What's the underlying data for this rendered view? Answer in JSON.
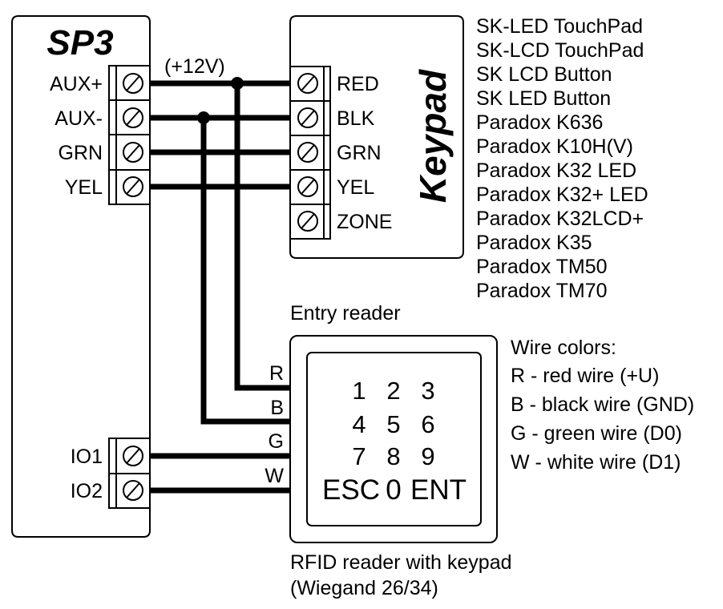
{
  "controller": {
    "title": "SP3",
    "terminals": [
      "AUX+",
      "AUX-",
      "GRN",
      "YEL"
    ],
    "io_terminals": [
      "IO1",
      "IO2"
    ]
  },
  "voltage_note": "(+12V)",
  "keypad": {
    "title": "Keypad",
    "terminals": [
      "RED",
      "BLK",
      "GRN",
      "YEL",
      "ZONE"
    ],
    "compatible_models": [
      "SK-LED TouchPad",
      "SK-LCD TouchPad",
      "SK LCD Button",
      "SK LED Button",
      "Paradox K636",
      "Paradox K10H(V)",
      "Paradox K32 LED",
      "Paradox K32+ LED",
      "Paradox K32LCD+",
      "Paradox K35",
      "Paradox TM50",
      "Paradox TM70"
    ]
  },
  "reader": {
    "heading": "Entry reader",
    "wire_labels": [
      "R",
      "B",
      "G",
      "W"
    ],
    "keys": {
      "row1": [
        "1",
        "2",
        "3"
      ],
      "row2": [
        "4",
        "5",
        "6"
      ],
      "row3": [
        "7",
        "8",
        "9"
      ],
      "row4": [
        "ESC",
        "0",
        "ENT"
      ]
    },
    "caption_line1": "RFID reader with keypad",
    "caption_line2": "(Wiegand 26/34)"
  },
  "wire_legend": {
    "title": "Wire colors:",
    "items": [
      "R - red wire (+U)",
      "B - black wire (GND)",
      "G - green wire (D0)",
      "W - white wire (D1)"
    ]
  }
}
